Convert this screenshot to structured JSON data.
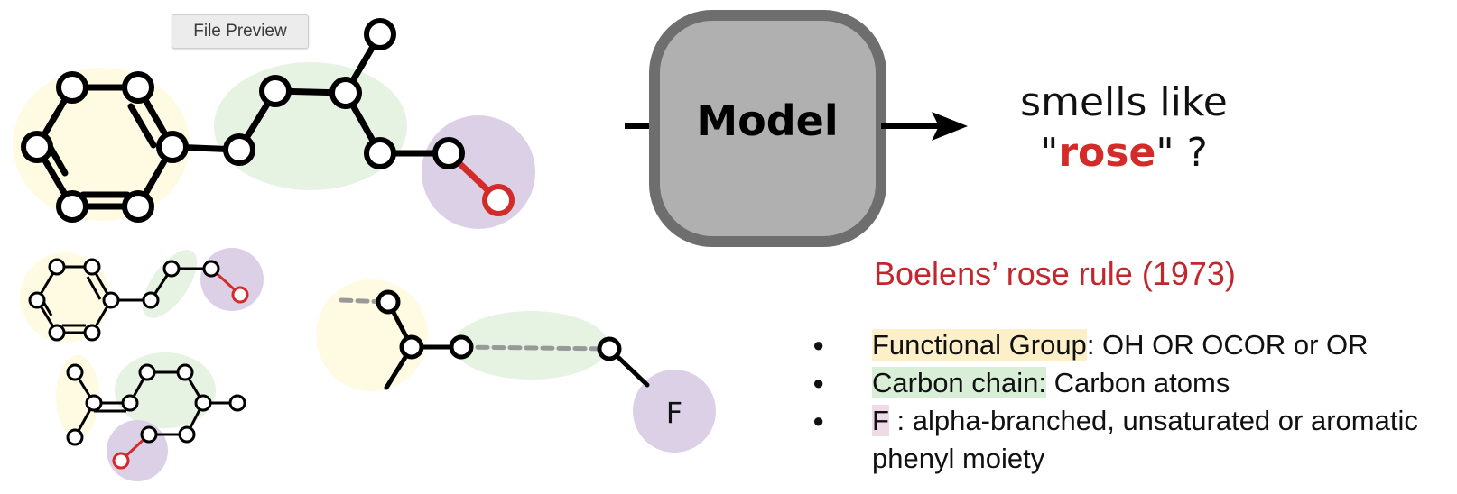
{
  "tooltip": {
    "label": "File Preview"
  },
  "model": {
    "label": "Model"
  },
  "output": {
    "line1": "smells like",
    "quote_open": "\"",
    "keyword": "rose",
    "quote_close": "\" ?"
  },
  "rule": {
    "title": "Boelens’ rose rule (1973)",
    "items": [
      {
        "term": "Functional Group",
        "text": ": OH OR OCOR or OR"
      },
      {
        "term": "Carbon chain:",
        "text": " Carbon atoms"
      },
      {
        "term": "F",
        "text": " : alpha-branched, unsaturated or aromatic phenyl moiety"
      }
    ]
  },
  "fragment_label": "F",
  "colors": {
    "functional_group_highlight": "#fdf0c9",
    "carbon_chain_highlight": "#d9eed6",
    "f_highlight": "#eedbe7",
    "yellow_blob": "#fefbe2",
    "green_blob": "#e6f2e2",
    "purple_blob": "#dcd0e6",
    "oxygen_atom": "#d32a2a",
    "title_red": "#c1272d",
    "model_box_fill": "#b0b0b0",
    "model_box_border": "#6e6e6e"
  }
}
